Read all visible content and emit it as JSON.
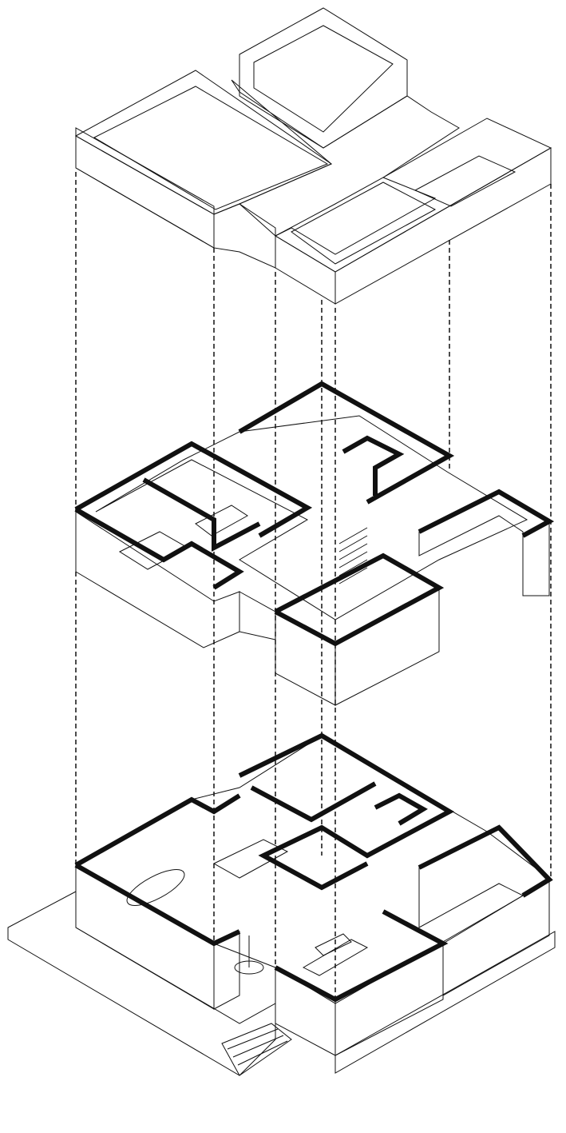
{
  "diagram": {
    "type": "exploded-axonometric-house",
    "levels": [
      "roof",
      "upper-floor",
      "ground-floor"
    ],
    "colors": {
      "floor_fill": "#d6dfe2",
      "wall_line": "#111111",
      "background": "#ffffff",
      "brick": "#cfcfcf"
    }
  }
}
